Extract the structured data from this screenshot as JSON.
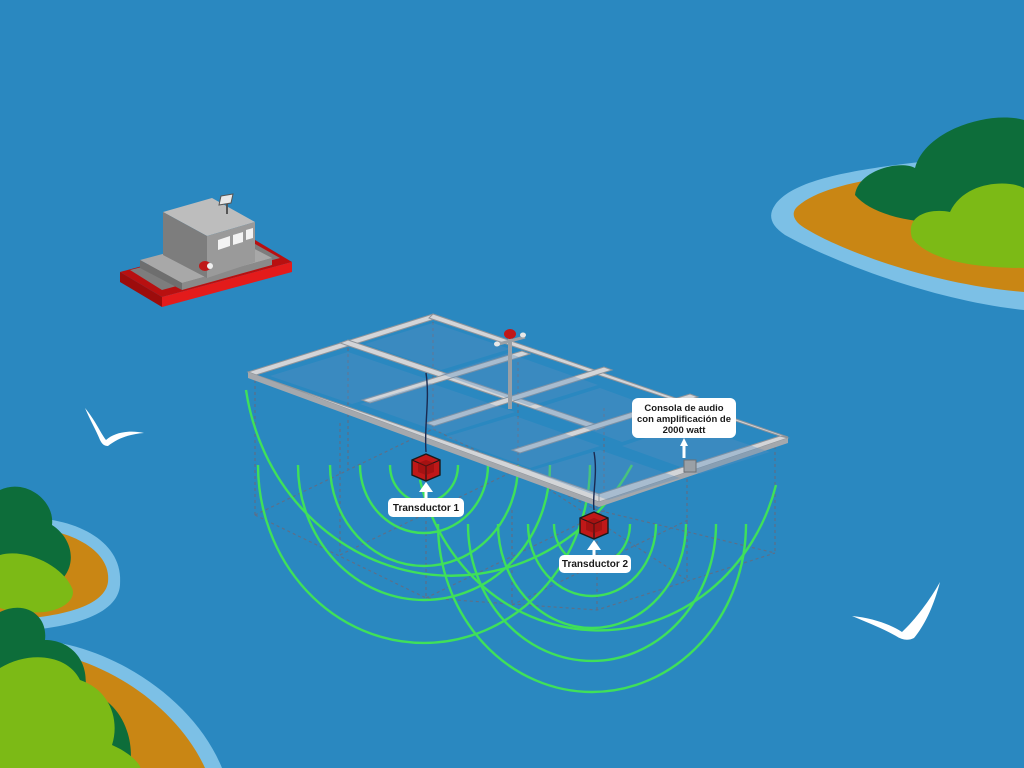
{
  "colors": {
    "water": "#2a88c0",
    "shallow_ring": "#6fb7df",
    "sand": "#c98614",
    "tree_dark": "#0d6d3a",
    "tree_light": "#7cba16",
    "frame": "#d3d5d8",
    "frame_shadow": "#9ea2a7",
    "wave": "#3fe05a",
    "transducer": "#c01818",
    "boat_hull": "#e31b1b",
    "boat_body": "#8a8a8a"
  },
  "labels": {
    "console": [
      "Consola de audio",
      "con amplificación de",
      "2000 watt"
    ],
    "transducer_1": "Transductor 1",
    "transducer_2": "Transductor 2"
  },
  "icons": [
    "boat-icon",
    "seagull-icon",
    "transducer-icon",
    "loudspeaker-icon"
  ]
}
